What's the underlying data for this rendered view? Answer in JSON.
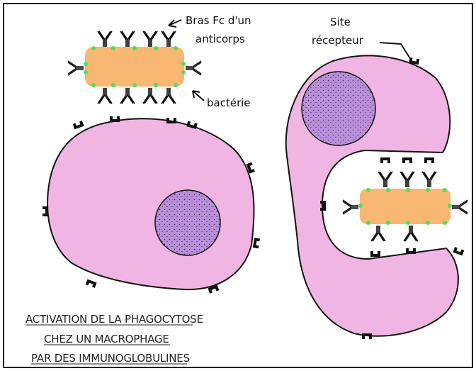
{
  "labels": {
    "fc_arm_line1": "Bras Fc d'un",
    "fc_arm_line2": "anticorps",
    "site_line1": "Site",
    "site_line2": "récepteur",
    "bacteria": "bactérie"
  },
  "caption": {
    "line1": "ACTIVATION DE LA PHAGOCYTOSE",
    "line2": "CHEZ UN MACROPHAGE",
    "line3": "PAR DES IMMUNOGLOBULINES"
  },
  "colors": {
    "cell": "#f0b5e2",
    "nucleus": "#b98fd9",
    "bacterium": "#f8b873",
    "antigen_dot": "#55dd55",
    "receptor": "#111111",
    "frame": "#000000"
  }
}
